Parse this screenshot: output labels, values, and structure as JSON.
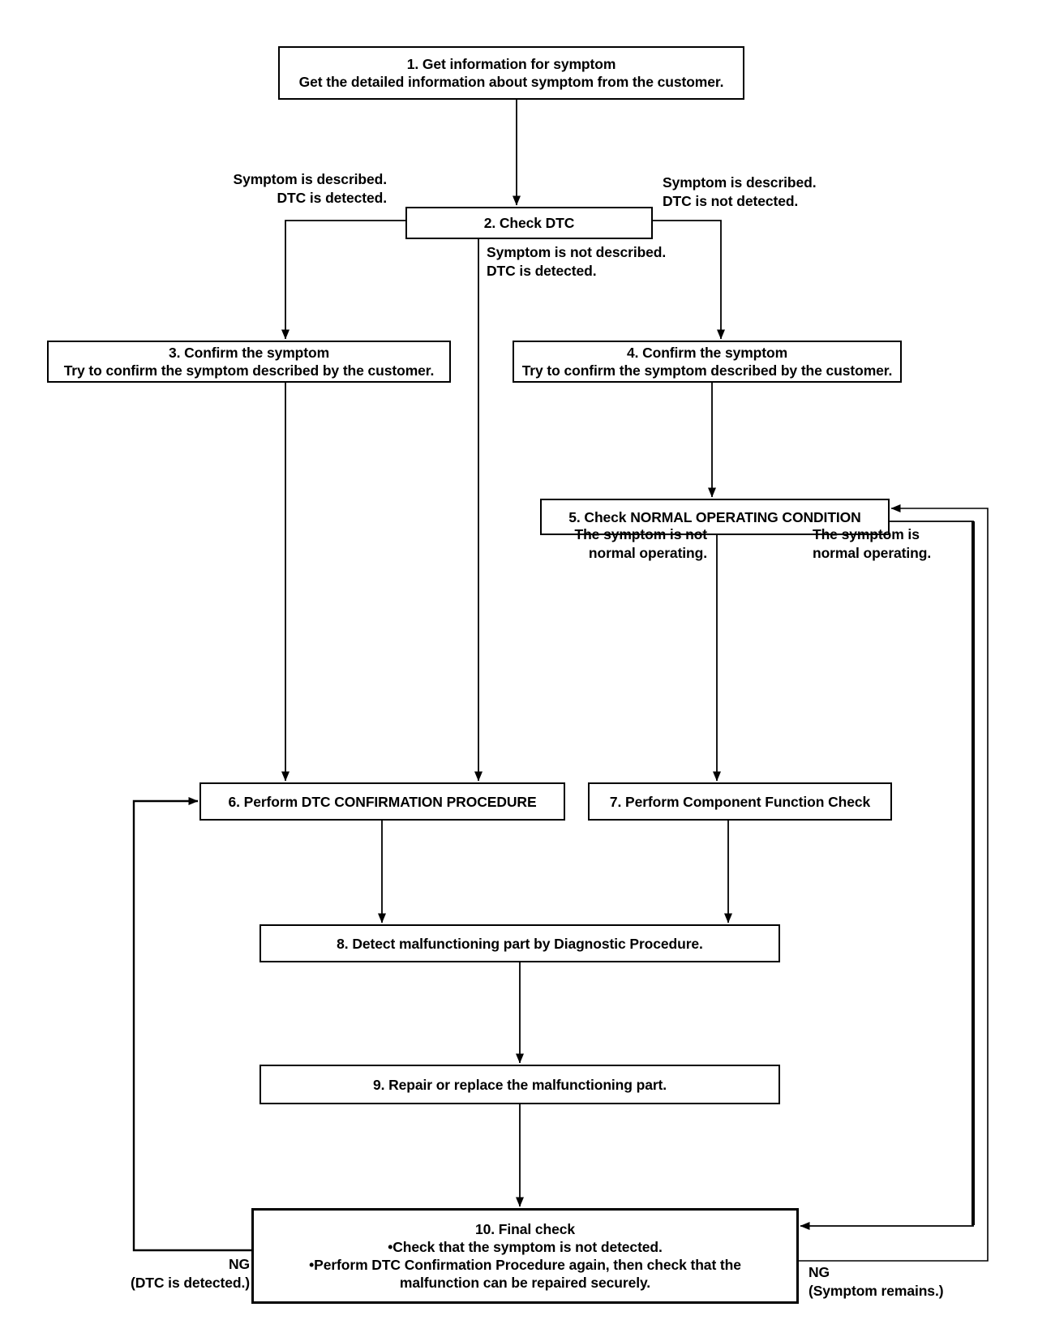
{
  "flow": {
    "colors": {
      "background": "#ffffff",
      "line": "#000000",
      "text": "#000000"
    },
    "steps": {
      "s1": "1. Get information for symptom\nGet the detailed information about symptom from the customer.",
      "s2": "2. Check DTC",
      "s3": "3. Confirm the symptom\nTry to confirm the symptom described by the customer.",
      "s4": "4. Confirm the symptom\nTry to confirm the symptom described by the customer.",
      "s5": "5. Check NORMAL OPERATING CONDITION",
      "s6": "6. Perform DTC CONFIRMATION PROCEDURE",
      "s7": "7. Perform Component Function Check",
      "s8": "8. Detect malfunctioning part by Diagnostic Procedure.",
      "s9": "9. Repair or replace the malfunctioning part.",
      "s10": "10. Final check\n•Check that the symptom is not detected.\n•Perform DTC Confirmation Procedure again, then check that the\nmalfunction can be repaired securely."
    },
    "labels": {
      "symptom_described_dtc_detected": "Symptom is described.\nDTC is detected.",
      "symptom_described_dtc_not_detected": "Symptom is described.\nDTC is not detected.",
      "symptom_not_described_dtc_detected": "Symptom is not described.\nDTC is detected.",
      "symptom_not_normal": "The symptom is not\nnormal operating.",
      "symptom_normal": "The symptom is\nnormal operating.",
      "ng_dtc_detected": "NG\n(DTC is detected.)",
      "ng_symptom_remains": "NG\n(Symptom remains.)"
    }
  }
}
